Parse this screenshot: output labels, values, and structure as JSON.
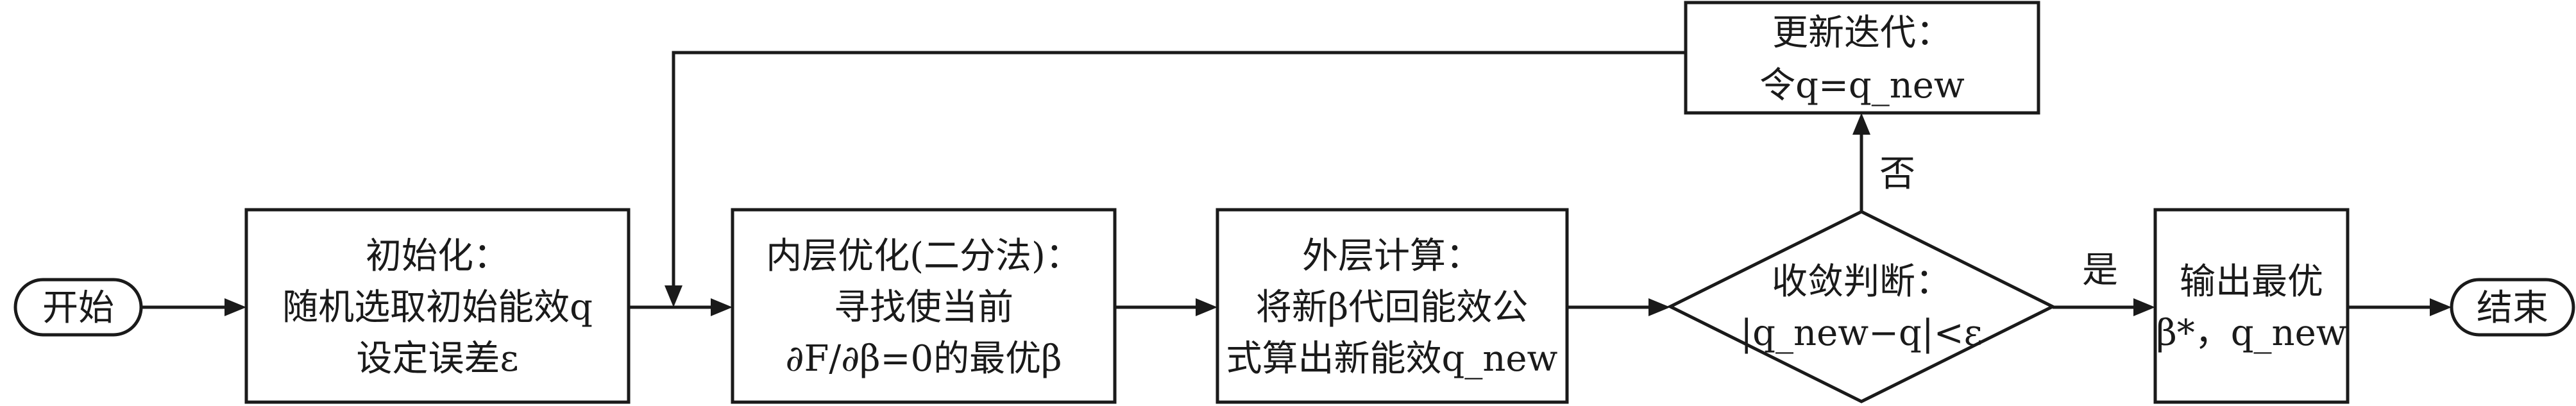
{
  "nodes": {
    "start": {
      "lines": [
        "开始"
      ]
    },
    "init": {
      "lines": [
        "初始化：",
        "随机选取初始能效q",
        "设定误差ε"
      ]
    },
    "inner": {
      "lines": [
        "内层优化(二分法)：",
        "寻找使当前",
        "∂F/∂β=0的最优β"
      ]
    },
    "outer": {
      "lines": [
        "外层计算：",
        "将新β代回能效公",
        "式算出新能效q_new"
      ]
    },
    "decision": {
      "lines": [
        "收敛判断：",
        "|q_new−q|<ε"
      ]
    },
    "update": {
      "lines": [
        "更新迭代：",
        "令q=q_new"
      ]
    },
    "output": {
      "lines": [
        "输出最优",
        "β*，q_new"
      ]
    },
    "end": {
      "lines": [
        "结束"
      ]
    }
  },
  "edge_labels": {
    "no": "否",
    "yes": "是"
  }
}
